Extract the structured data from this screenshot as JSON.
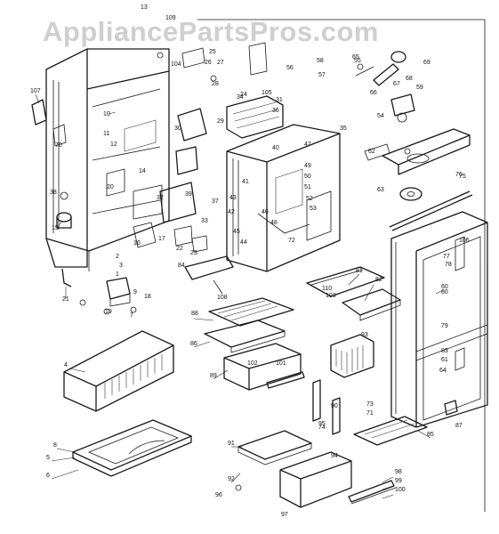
{
  "watermark": "AppliancePartsPros.com",
  "labels": [
    {
      "id": "l1",
      "text": "107"
    },
    {
      "id": "l2",
      "text": "70"
    },
    {
      "id": "l3",
      "text": "10"
    },
    {
      "id": "l4",
      "text": "11"
    },
    {
      "id": "l5",
      "text": "12"
    },
    {
      "id": "l6",
      "text": "14"
    },
    {
      "id": "l7",
      "text": "15"
    },
    {
      "id": "l8",
      "text": "16"
    },
    {
      "id": "l9",
      "text": "17"
    },
    {
      "id": "l10",
      "text": "18"
    },
    {
      "id": "l11",
      "text": "19"
    },
    {
      "id": "l12",
      "text": "20"
    },
    {
      "id": "l13",
      "text": "21"
    },
    {
      "id": "l14",
      "text": "22"
    },
    {
      "id": "l15",
      "text": "23"
    },
    {
      "id": "l16",
      "text": "24"
    },
    {
      "id": "l17",
      "text": "25"
    },
    {
      "id": "l18",
      "text": "26"
    },
    {
      "id": "l19",
      "text": "27"
    },
    {
      "id": "l20",
      "text": "28"
    },
    {
      "id": "l21",
      "text": "29"
    },
    {
      "id": "l22",
      "text": "30"
    },
    {
      "id": "l23",
      "text": "31"
    },
    {
      "id": "l24",
      "text": "32"
    },
    {
      "id": "l25",
      "text": "33"
    },
    {
      "id": "l26",
      "text": "34"
    },
    {
      "id": "l27",
      "text": "35"
    },
    {
      "id": "l28",
      "text": "36"
    },
    {
      "id": "l29",
      "text": "37"
    },
    {
      "id": "l30",
      "text": "38"
    },
    {
      "id": "l31",
      "text": "39"
    },
    {
      "id": "l32",
      "text": "40"
    },
    {
      "id": "l33",
      "text": "41"
    },
    {
      "id": "l34",
      "text": "42"
    },
    {
      "id": "l35",
      "text": "43"
    },
    {
      "id": "l36",
      "text": "44"
    },
    {
      "id": "l37",
      "text": "45"
    },
    {
      "id": "l38",
      "text": "46"
    },
    {
      "id": "l39",
      "text": "47"
    },
    {
      "id": "l40",
      "text": "48"
    },
    {
      "id": "l41",
      "text": "49"
    },
    {
      "id": "l42",
      "text": "50"
    },
    {
      "id": "l43",
      "text": "51"
    },
    {
      "id": "l44",
      "text": "52"
    },
    {
      "id": "l45",
      "text": "53"
    },
    {
      "id": "l46",
      "text": "54"
    },
    {
      "id": "l47",
      "text": "55"
    },
    {
      "id": "l48",
      "text": "56"
    },
    {
      "id": "l49",
      "text": "57"
    },
    {
      "id": "l50",
      "text": "58"
    },
    {
      "id": "l51",
      "text": "59"
    },
    {
      "id": "l52",
      "text": "60"
    },
    {
      "id": "l53",
      "text": "61"
    },
    {
      "id": "l54",
      "text": "62"
    },
    {
      "id": "l55",
      "text": "63"
    },
    {
      "id": "l56",
      "text": "64"
    },
    {
      "id": "l57",
      "text": "65"
    },
    {
      "id": "l58",
      "text": "66"
    },
    {
      "id": "l59",
      "text": "67"
    },
    {
      "id": "l60",
      "text": "68"
    },
    {
      "id": "l61",
      "text": "69"
    },
    {
      "id": "l62",
      "text": "72"
    },
    {
      "id": "l63",
      "text": "73"
    },
    {
      "id": "l64",
      "text": "76"
    },
    {
      "id": "l65",
      "text": "77"
    },
    {
      "id": "l66",
      "text": "78"
    },
    {
      "id": "l67",
      "text": "80"
    },
    {
      "id": "l68",
      "text": "81"
    },
    {
      "id": "l69",
      "text": "82"
    },
    {
      "id": "l70",
      "text": "83"
    },
    {
      "id": "l71",
      "text": "84"
    },
    {
      "id": "l72",
      "text": "85"
    },
    {
      "id": "l73",
      "text": "86"
    },
    {
      "id": "l74",
      "text": "87"
    },
    {
      "id": "l75",
      "text": "88"
    },
    {
      "id": "l76",
      "text": "89"
    },
    {
      "id": "l77",
      "text": "90"
    },
    {
      "id": "l78",
      "text": "91"
    },
    {
      "id": "l79",
      "text": "92"
    },
    {
      "id": "l80",
      "text": "93"
    },
    {
      "id": "l81",
      "text": "94"
    },
    {
      "id": "l82",
      "text": "95"
    },
    {
      "id": "l83",
      "text": "96"
    },
    {
      "id": "l84",
      "text": "97"
    },
    {
      "id": "l85",
      "text": "98"
    },
    {
      "id": "l86",
      "text": "99"
    },
    {
      "id": "l87",
      "text": "100"
    },
    {
      "id": "l88",
      "text": "102"
    },
    {
      "id": "l89",
      "text": "103"
    },
    {
      "id": "l90",
      "text": "104"
    },
    {
      "id": "l91",
      "text": "105"
    },
    {
      "id": "l92",
      "text": "106"
    },
    {
      "id": "l93",
      "text": "108"
    },
    {
      "id": "l94",
      "text": "109"
    },
    {
      "id": "l95",
      "text": "110"
    },
    {
      "id": "l96",
      "text": "13"
    },
    {
      "id": "l97",
      "text": "8"
    },
    {
      "id": "l98",
      "text": "5"
    },
    {
      "id": "l99",
      "text": "6"
    },
    {
      "id": "l100",
      "text": "4"
    },
    {
      "id": "l101",
      "text": "3"
    },
    {
      "id": "l102",
      "text": "2"
    },
    {
      "id": "l103",
      "text": "1"
    },
    {
      "id": "l104",
      "text": "9"
    },
    {
      "id": "l105",
      "text": "7"
    },
    {
      "id": "l106",
      "text": "71"
    },
    {
      "id": "l107",
      "text": "79"
    },
    {
      "id": "l108",
      "text": "74"
    },
    {
      "id": "l109",
      "text": "75"
    },
    {
      "id": "l110",
      "text": "101"
    }
  ]
}
